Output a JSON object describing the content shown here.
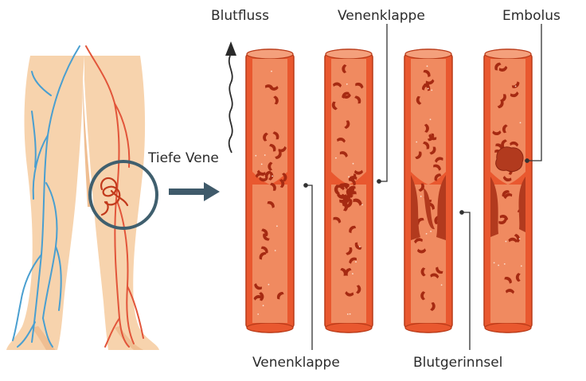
{
  "labels": {
    "blood_flow": "Blutfluss",
    "valve_top": "Venenklappe",
    "embolus": "Embolus",
    "deep_vein": "Tiefe Vene",
    "valve_bottom": "Venenklappe",
    "blood_clot": "Blutgerinnsel"
  },
  "colors": {
    "skin": "#f7d3ad",
    "skin_shadow": "#efbe92",
    "vein_blue": "#4a9fd0",
    "artery_red": "#e2553a",
    "vessel_wall": "#e9582f",
    "vessel_outline": "#b93a18",
    "vessel_lumen": "#f08a60",
    "red_cell": "#a62a12",
    "clot": "#b23a1e",
    "magnifier_ring": "#3f5f6e",
    "arrow": "#3f5a6a",
    "leader_line": "#333333"
  },
  "icons": [
    "leg-illustration",
    "magnifier-circle",
    "arrow-right-icon",
    "flow-arrow-up-icon"
  ]
}
